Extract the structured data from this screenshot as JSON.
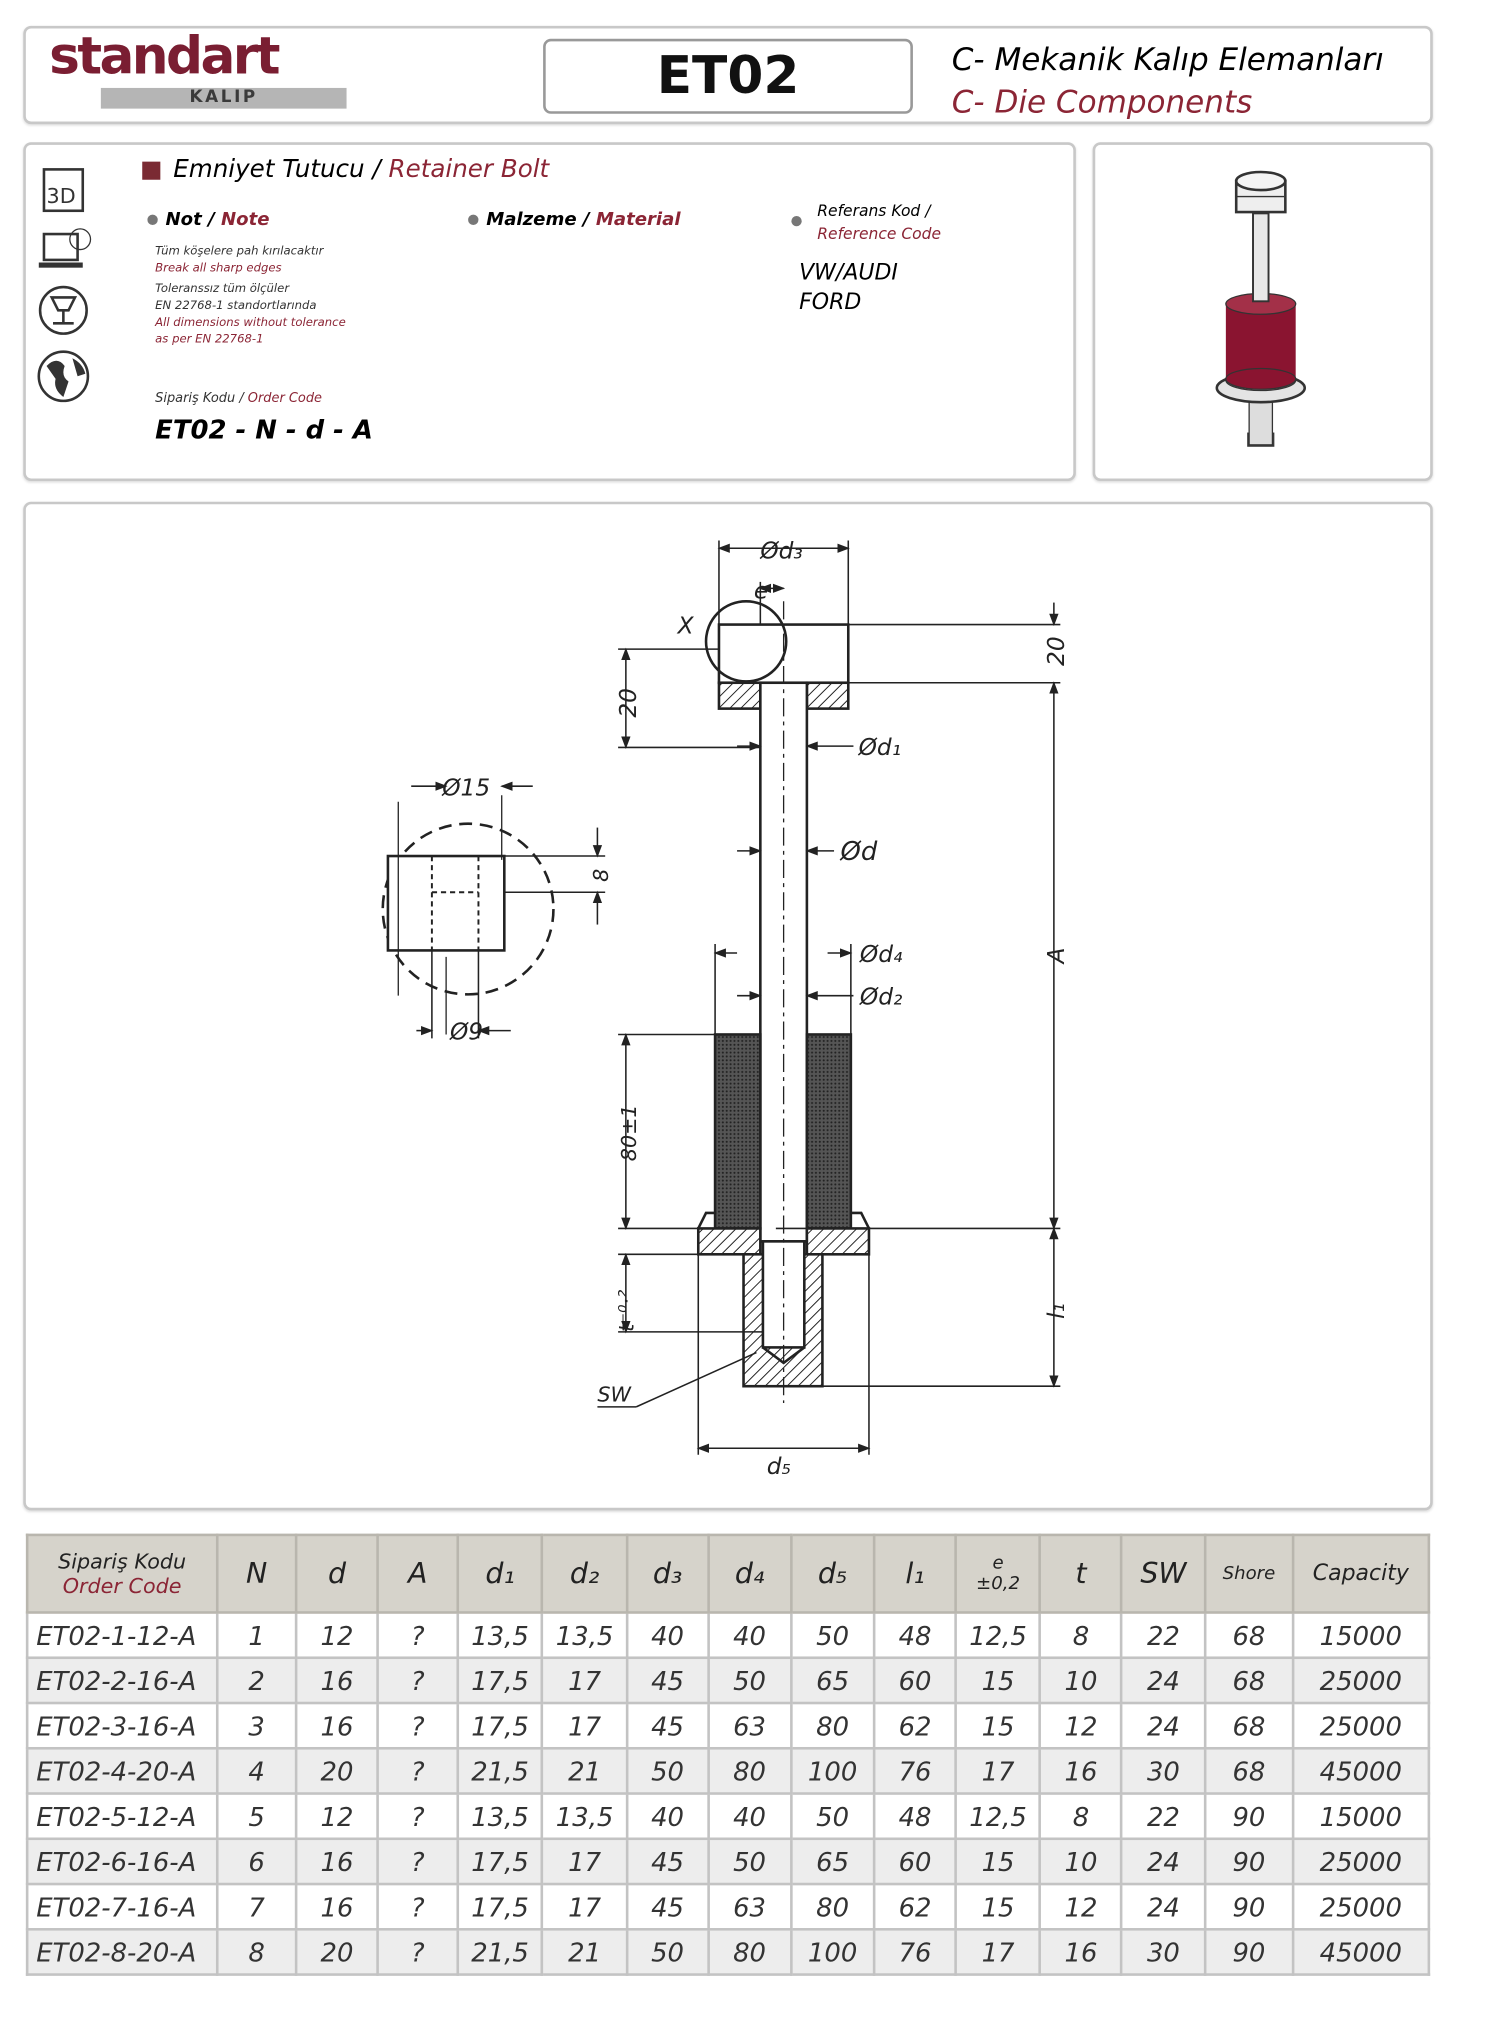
{
  "header": {
    "logo_top": "standart",
    "logo_bottom": "KALIP",
    "code": "ET02",
    "category_tr": "C- Mekanik Kalıp Elemanları",
    "category_en": "C- Die Components"
  },
  "info": {
    "title_tr": "Emniyet Tutucu",
    "title_en": "Retainer Bolt",
    "note_tr": "Not",
    "note_en": "Note",
    "note_lines": [
      "Tüm köşelere pah kırılacaktır",
      "Break all sharp edges",
      "Toleranssız tüm ölçüler",
      "EN 22768-1 standortlarında",
      "All dimensions without tolerance",
      "as per EN 22768-1"
    ],
    "material_tr": "Malzeme",
    "material_en": "Material",
    "ref_tr": "Referans Kod /",
    "ref_en": "Reference Code",
    "ref_values": [
      "VW/AUDI",
      "FORD"
    ],
    "order_tr": "Sipariş Kodu",
    "order_en": "Order Code",
    "order_pattern": "ET02 - N - d - A",
    "side_icons": [
      "3d-model-icon",
      "cad-download-icon",
      "press-icon",
      "globe-icon"
    ]
  },
  "drawing": {
    "d3": "Ød₃",
    "e": "e",
    "x": "X",
    "dim20a": "20",
    "dim20b": "20",
    "d1": "Ød₁",
    "d": "Ød",
    "d4": "Ød₄",
    "d2": "Ød₂",
    "A": "A",
    "d15": "Ø15",
    "d8": "8",
    "d9": "Ø9",
    "h80": "80±1",
    "t": "t⁻⁰·²",
    "l1": "l₁",
    "sw": "SW",
    "d5": "d₅"
  },
  "table": {
    "headers": [
      {
        "tr": "Sipariş Kodu",
        "en": "Order Code"
      },
      "N",
      "d",
      "A",
      "d₁",
      "d₂",
      "d₃",
      "d₄",
      "d₅",
      "l₁",
      {
        "top": "e",
        "bottom": "±0,2"
      },
      "t",
      "SW",
      "Shore",
      "Capacity"
    ],
    "rows": [
      [
        "ET02-1-12-A",
        "1",
        "12",
        "?",
        "13,5",
        "13,5",
        "40",
        "40",
        "50",
        "48",
        "12,5",
        "8",
        "22",
        "68",
        "15000"
      ],
      [
        "ET02-2-16-A",
        "2",
        "16",
        "?",
        "17,5",
        "17",
        "45",
        "50",
        "65",
        "60",
        "15",
        "10",
        "24",
        "68",
        "25000"
      ],
      [
        "ET02-3-16-A",
        "3",
        "16",
        "?",
        "17,5",
        "17",
        "45",
        "63",
        "80",
        "62",
        "15",
        "12",
        "24",
        "68",
        "25000"
      ],
      [
        "ET02-4-20-A",
        "4",
        "20",
        "?",
        "21,5",
        "21",
        "50",
        "80",
        "100",
        "76",
        "17",
        "16",
        "30",
        "68",
        "45000"
      ],
      [
        "ET02-5-12-A",
        "5",
        "12",
        "?",
        "13,5",
        "13,5",
        "40",
        "40",
        "50",
        "48",
        "12,5",
        "8",
        "22",
        "90",
        "15000"
      ],
      [
        "ET02-6-16-A",
        "6",
        "16",
        "?",
        "17,5",
        "17",
        "45",
        "50",
        "65",
        "60",
        "15",
        "10",
        "24",
        "90",
        "25000"
      ],
      [
        "ET02-7-16-A",
        "7",
        "16",
        "?",
        "17,5",
        "17",
        "45",
        "63",
        "80",
        "62",
        "15",
        "12",
        "24",
        "90",
        "25000"
      ],
      [
        "ET02-8-20-A",
        "8",
        "20",
        "?",
        "21,5",
        "21",
        "50",
        "80",
        "100",
        "76",
        "17",
        "16",
        "30",
        "90",
        "45000"
      ]
    ]
  },
  "colors": {
    "accent": "#8b2535",
    "rubber": "#8a1430"
  }
}
